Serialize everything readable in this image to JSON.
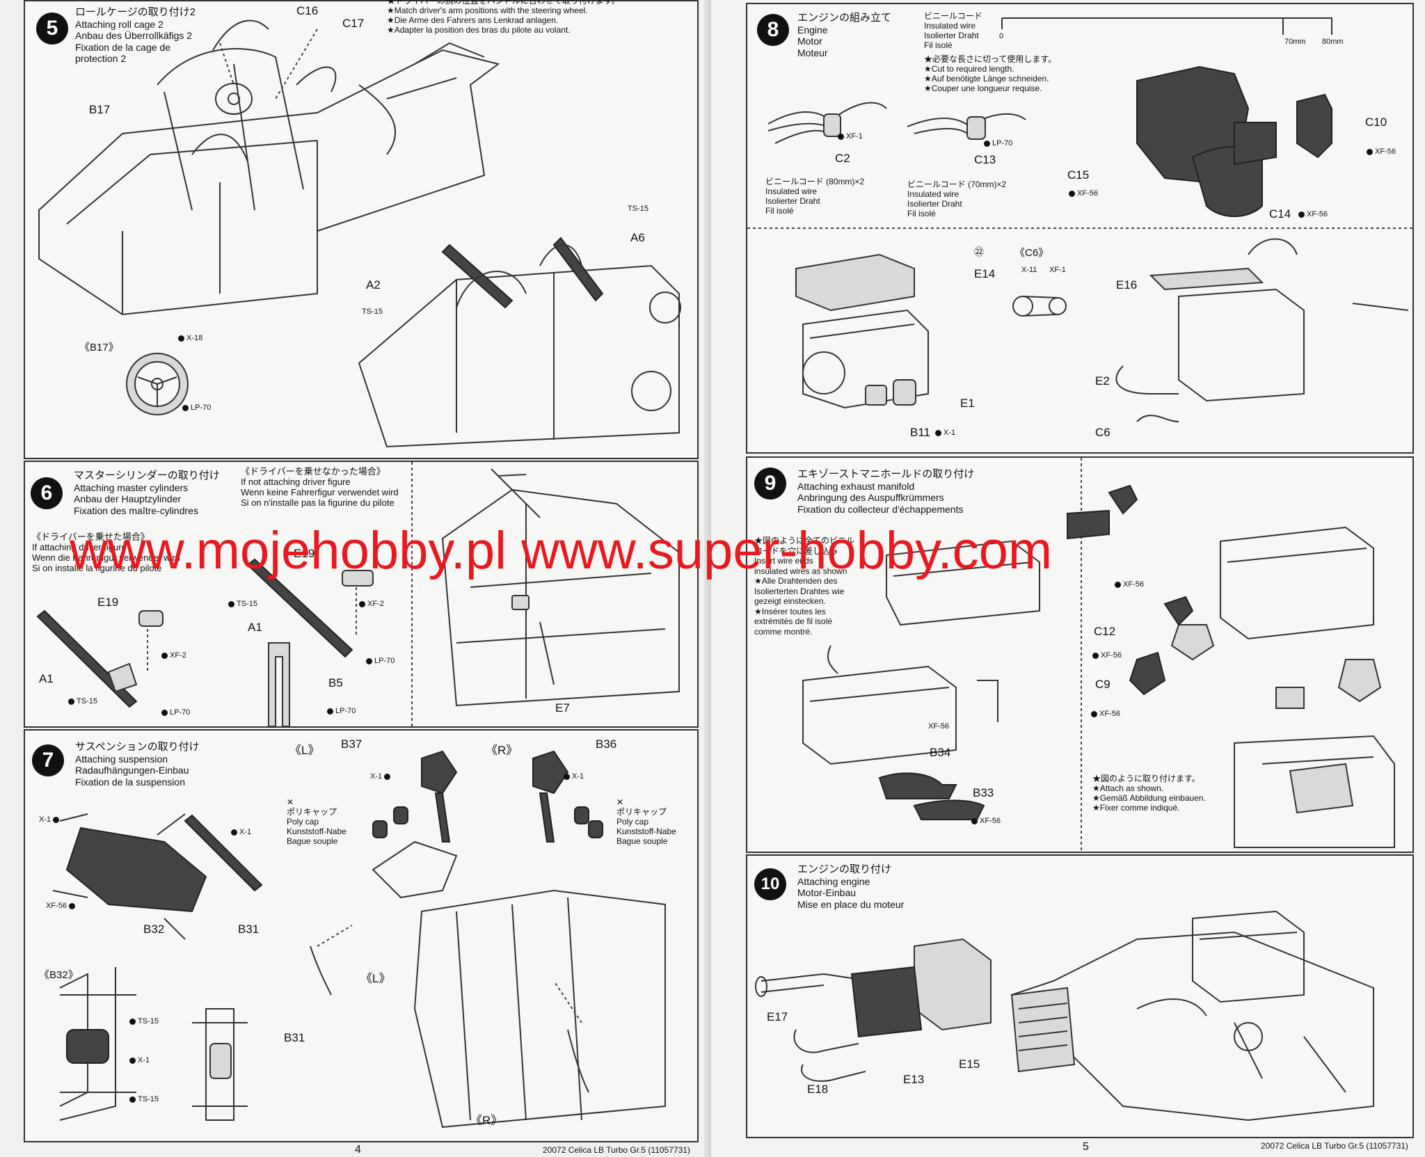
{
  "watermark": "www.mojehobby.pl www.super-hobby.com",
  "page_left": {
    "number": "4",
    "footer": "20072  Celica LB Turbo Gr.5 (11057731)"
  },
  "page_right": {
    "number": "5",
    "footer": "20072  Celica LB Turbo Gr.5 (11057731)"
  },
  "step5": {
    "num": "5",
    "title_jp": "ロールケージの取り付け2",
    "title_en": "Attaching roll cage 2",
    "title_de": "Anbau des Überrollkäfigs 2",
    "title_fr": "Fixation de la cage de protection 2",
    "note_jp": "★ドライバーの腕の位置をハンドルに合わせて取り付けます。",
    "note_en": "★Match driver's arm positions with the steering wheel.",
    "note_de": "★Die Arme des Fahrers ans Lenkrad anlagen.",
    "note_fr": "★Adapter la position des bras du pilote au volant.",
    "parts": {
      "c16": "C16",
      "c17": "C17",
      "b17": "B17",
      "a2": "A2",
      "a6": "A6",
      "ts15a": "TS-15",
      "ts15b": "TS-15"
    },
    "detail_label": "《B17》",
    "paint_x18": "X-18",
    "paint_lp70": "LP-70"
  },
  "step6": {
    "num": "6",
    "title_jp": "マスターシリンダーの取り付け",
    "title_en": "Attaching master cylinders",
    "title_de": "Anbau der Hauptzylinder",
    "title_fr": "Fixation des maître-cylindres",
    "with_driver_jp": "《ドライバーを乗せた場合》",
    "with_driver_en": "If attaching driver figure",
    "with_driver_de": "Wenn die Fahrerfigur verwendet wird",
    "with_driver_fr": "Si on installe la figurine du pilote",
    "without_driver_jp": "《ドライバーを乗せなかった場合》",
    "without_driver_en": "If not attaching driver figure",
    "without_driver_de": "Wenn keine Fahrerfigur verwendet wird",
    "without_driver_fr": "Si on n'installe pas la figurine du pilote",
    "parts": {
      "e19a": "E19",
      "e19b": "E19",
      "a1a": "A1",
      "a1b": "A1",
      "b5": "B5",
      "e7": "E7"
    },
    "paints": {
      "xf2a": "XF-2",
      "xf2b": "XF-2",
      "ts15a": "TS-15",
      "ts15b": "TS-15",
      "lp70a": "LP-70",
      "lp70b": "LP-70",
      "lp70c": "LP-70"
    }
  },
  "step7": {
    "num": "7",
    "title_jp": "サスペンションの取り付け",
    "title_en": "Attaching suspension",
    "title_de": "Radaufhängungen-Einbau",
    "title_fr": "Fixation de la suspension",
    "left_mark": "《L》",
    "right_mark": "《R》",
    "polycap_jp": "ポリキャップ",
    "polycap_en": "Poly cap",
    "polycap_de": "Kunststoff-Nabe",
    "polycap_fr": "Bague souple",
    "parts": {
      "b37": "B37",
      "b36": "B36",
      "b32": "B32",
      "b31a": "B31",
      "b31b": "B31"
    },
    "paints": {
      "x1a": "X-1",
      "x1b": "X-1",
      "x1c": "X-1",
      "x1d": "X-1",
      "xf56": "XF-56",
      "ts15a": "TS-15",
      "ts15b": "TS-15"
    },
    "detail_label": "《B32》",
    "l_label": "《L》",
    "r_label": "《R》"
  },
  "step8": {
    "num": "8",
    "title_jp": "エンジンの組み立て",
    "title_en": "Engine",
    "title_de": "Motor",
    "title_fr": "Moteur",
    "wire_jp": "ビニールコード",
    "wire_en": "Insulated wire",
    "wire_de": "Isolierter Draht",
    "wire_fr": "Fil isolé",
    "scale_0": "0",
    "scale_70": "70mm",
    "scale_80": "80mm",
    "cut_jp": "★必要な長さに切って使用します。",
    "cut_en": "★Cut to required length.",
    "cut_de": "★Auf benötigte Länge schneiden.",
    "cut_fr": "★Couper une longueur requise.",
    "wire80_jp": "ビニールコード (80mm)×2",
    "wire70_jp": "ビニールコード (70mm)×2",
    "parts": {
      "c2": "C2",
      "c13": "C13",
      "c15": "C15",
      "c10": "C10",
      "c14": "C14",
      "e14": "E14",
      "e16": "E16",
      "e1": "E1",
      "e2": "E2",
      "c6": "C6",
      "b11": "B11"
    },
    "paints": {
      "xf1a": "XF-1",
      "xf1b": "XF-1",
      "lp70": "LP-70",
      "xf56a": "XF-56",
      "xf56b": "XF-56",
      "xf56c": "XF-56",
      "x11": "X-11",
      "x1": "X-1"
    },
    "c6_detail": "《C6》",
    "ref22": "㉒"
  },
  "step9": {
    "num": "9",
    "title_jp": "エキゾーストマニホールドの取り付け",
    "title_en": "Attaching exhaust manifold",
    "title_de": "Anbringung des Auspuffkrümmers",
    "title_fr": "Fixation du collecteur d'échappements",
    "insert_jp1": "★図のように全てのビニル",
    "insert_jp2": "コードを穴に差し込み",
    "insert_en1": "Insert wire ends",
    "insert_en2": "insulated wires as shown",
    "insert_de1": "★Alle Drahtenden des",
    "insert_de2": "Isolierterten Drahtes wie",
    "insert_de3": "gezeigt einstecken.",
    "insert_fr1": "★Insérer toutes les",
    "insert_fr2": "extrémités de fil isolé",
    "insert_fr3": "comme montré.",
    "attach_jp": "★図のように取り付けます。",
    "attach_en": "★Attach as shown.",
    "attach_de": "★Gemäß Abbildung einbauen.",
    "attach_fr": "★Fixer comme indiqué.",
    "parts": {
      "b34": "B34",
      "b33": "B33",
      "c12": "C12",
      "c9": "C9"
    },
    "paints": {
      "xf56a": "XF-56",
      "xf56b": "XF-56",
      "xf56c": "XF-56",
      "xf56d": "XF-56",
      "xf56e": "XF-56"
    }
  },
  "step10": {
    "num": "10",
    "title_jp": "エンジンの取り付け",
    "title_en": "Attaching engine",
    "title_de": "Motor-Einbau",
    "title_fr": "Mise en place du moteur",
    "parts": {
      "e17": "E17",
      "e18": "E18",
      "e13": "E13",
      "e15": "E15"
    }
  }
}
